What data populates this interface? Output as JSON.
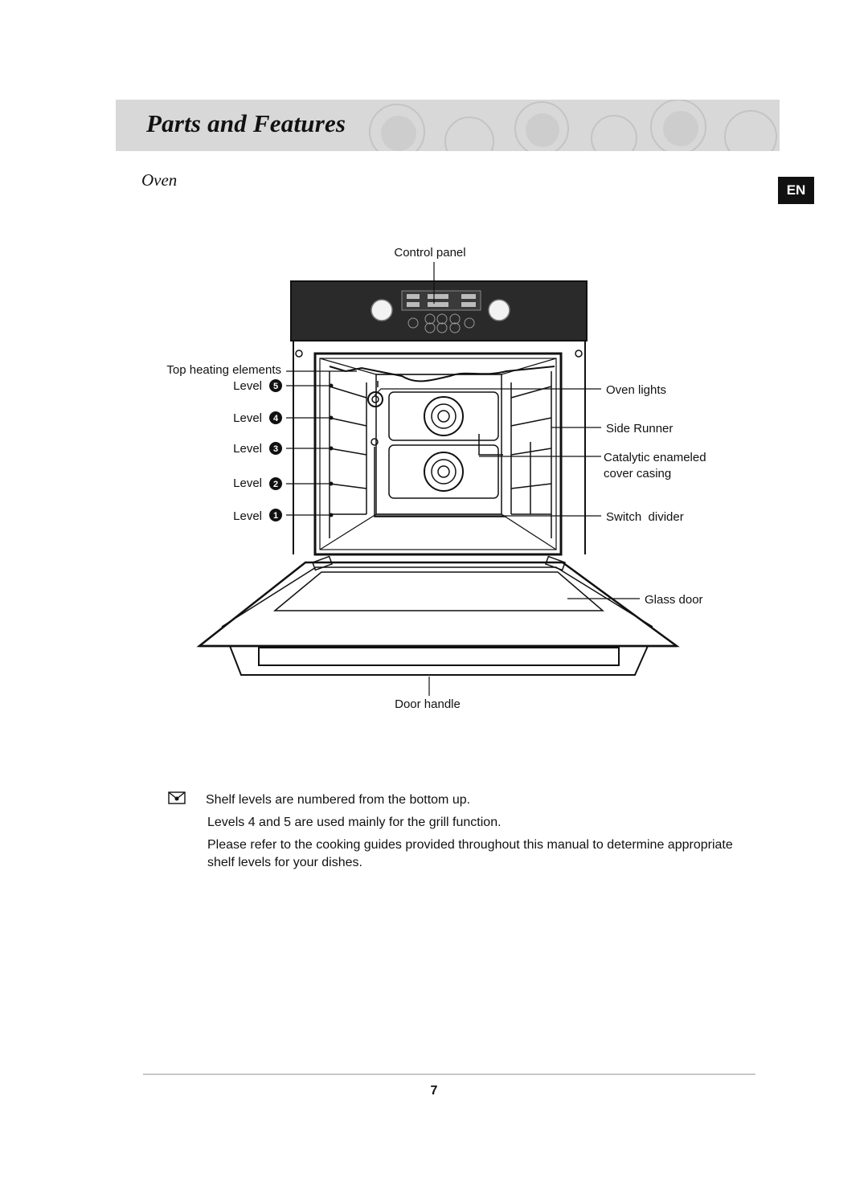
{
  "header": {
    "title": "Parts and Features"
  },
  "section": {
    "title": "Oven",
    "language_badge": "EN"
  },
  "diagram": {
    "labels": {
      "control_panel": "Control panel",
      "top_heating_elements": "Top heating elements",
      "oven_lights": "Oven lights",
      "side_runner": "Side Runner",
      "catalytic_line1": "Catalytic enameled",
      "catalytic_line2": "cover casing",
      "switch_divider": "Switch  divider",
      "glass_door": "Glass door",
      "door_handle": "Door handle"
    },
    "levels": [
      {
        "label": "Level",
        "number": "5"
      },
      {
        "label": "Level",
        "number": "4"
      },
      {
        "label": "Level",
        "number": "3"
      },
      {
        "label": "Level",
        "number": "2"
      },
      {
        "label": "Level",
        "number": "1"
      }
    ]
  },
  "notes": {
    "icon": "note-icon",
    "line1": "Shelf levels are numbered from the bottom up.",
    "line2": "Levels 4 and 5 are used mainly for the grill function.",
    "line3": "Please refer to the cooking guides provided throughout this manual to determine appropriate shelf levels for your dishes."
  },
  "footer": {
    "page_number": "7"
  }
}
